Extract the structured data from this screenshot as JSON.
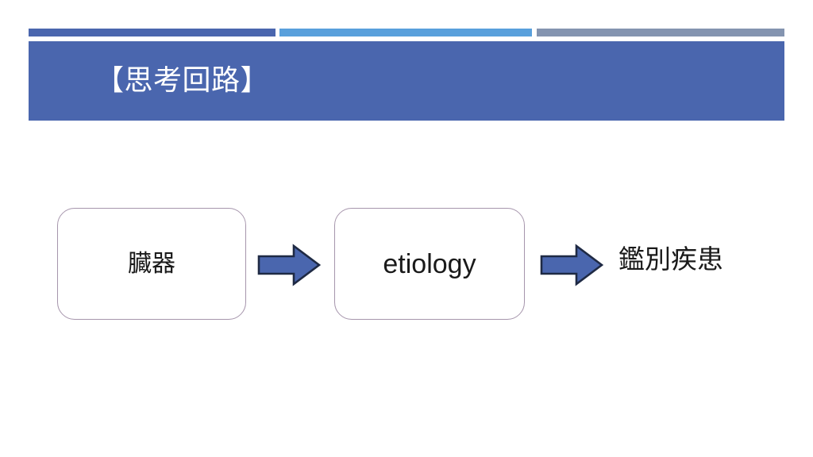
{
  "slide": {
    "background_color": "#ffffff",
    "accent_bars": [
      {
        "name": "dark-blue",
        "color": "#4a66ae"
      },
      {
        "name": "light-blue",
        "color": "#59a0dc"
      },
      {
        "name": "gray-blue",
        "color": "#8494b0"
      }
    ],
    "title": {
      "text": "【思考回路】",
      "text_color": "#ffffff",
      "banner_color": "#4a66ae"
    },
    "diagram": {
      "type": "process-flow",
      "box_border_color": "#a695ac",
      "arrow_fill_color": "#4a66ae",
      "arrow_outline_color": "#1f2a44",
      "steps": [
        {
          "kind": "box",
          "label": "臓器"
        },
        {
          "kind": "arrow",
          "label": "arrow-right"
        },
        {
          "kind": "box",
          "label": "etiology"
        },
        {
          "kind": "arrow",
          "label": "arrow-right"
        },
        {
          "kind": "text",
          "label": "鑑別疾患"
        }
      ]
    }
  }
}
